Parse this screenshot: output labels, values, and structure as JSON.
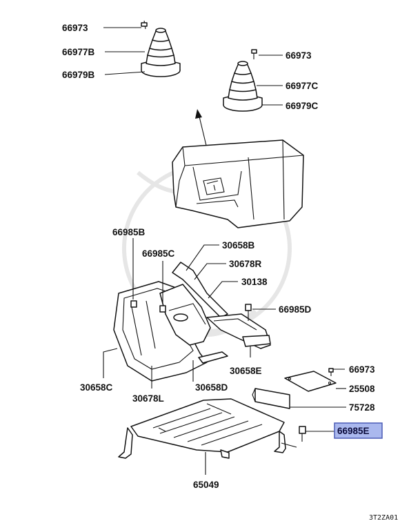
{
  "labels": {
    "boot_left_bolt": "66973",
    "boot_left_boot": "66977B",
    "boot_left_base": "66979B",
    "boot_right_bolt": "66973",
    "boot_right_boot": "66977C",
    "boot_right_base": "66979C",
    "bracket_left": "66985B",
    "bracket_center": "66985C",
    "panel_30658B": "30658B",
    "panel_30678R": "30678R",
    "panel_30138": "30138",
    "bolt_66985D": "66985D",
    "panel_30658E": "30658E",
    "panel_30658C": "30658C",
    "panel_30678L": "30678L",
    "panel_30658D": "30658D",
    "bolt_66973_lower": "66973",
    "plate_25508": "25508",
    "bracket_75728": "75728",
    "bolt_66985E": "66985E",
    "frame_65049": "65049",
    "diagram_code": "3T2ZA01"
  },
  "colors": {
    "highlight_fill": "#aab8ee",
    "highlight_border": "#4a5bb5",
    "line": "#111111"
  }
}
